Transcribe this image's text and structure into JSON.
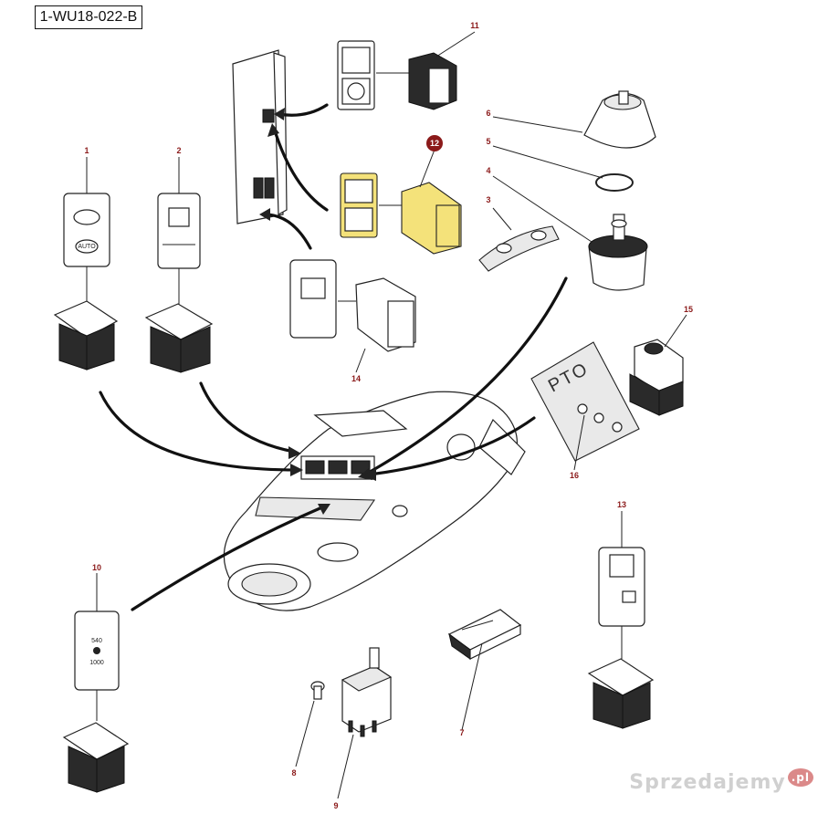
{
  "drawing_code": "1-WU18-022-B",
  "callouts": [
    "1",
    "2",
    "3",
    "4",
    "5",
    "6",
    "7",
    "8",
    "9",
    "10",
    "11",
    "12",
    "13",
    "14",
    "15",
    "16"
  ],
  "switch_labels": {
    "auto": "AUTO",
    "pto": "PTO",
    "speed_540": "540",
    "speed_1000": "1000"
  },
  "watermark": {
    "text": "Sprzedajemy",
    "badge": ".pl"
  },
  "colors": {
    "callout": "#8b1a1a",
    "highlight": "#f4e27a",
    "line": "#222222"
  }
}
